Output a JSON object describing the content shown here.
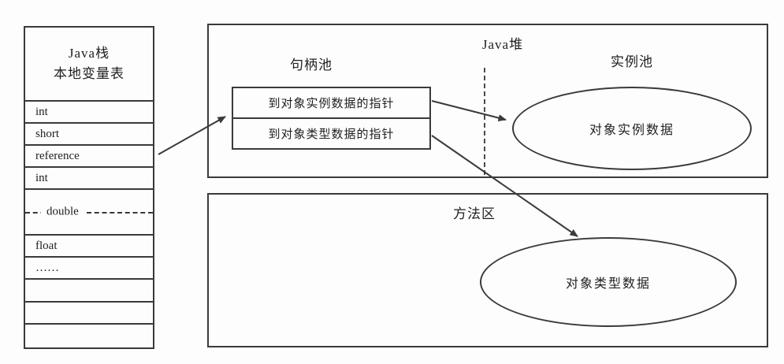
{
  "colors": {
    "ink": "#3a3a3a",
    "background": "#fdfdfd"
  },
  "stack": {
    "title_line1": "Java栈",
    "title_line2": "本地变量表",
    "rows": [
      "int",
      "short",
      "reference",
      "int",
      "double",
      "float",
      "……",
      "",
      "",
      ""
    ]
  },
  "heap": {
    "label": "Java堆",
    "handle_pool_label": "句柄池",
    "instance_pool_label": "实例池",
    "handle_rows": [
      "到对象实例数据的指针",
      "到对象类型数据的指针"
    ],
    "instance_ellipse_label": "对象实例数据"
  },
  "method_area": {
    "label": "方法区",
    "type_ellipse_label": "对象类型数据"
  }
}
